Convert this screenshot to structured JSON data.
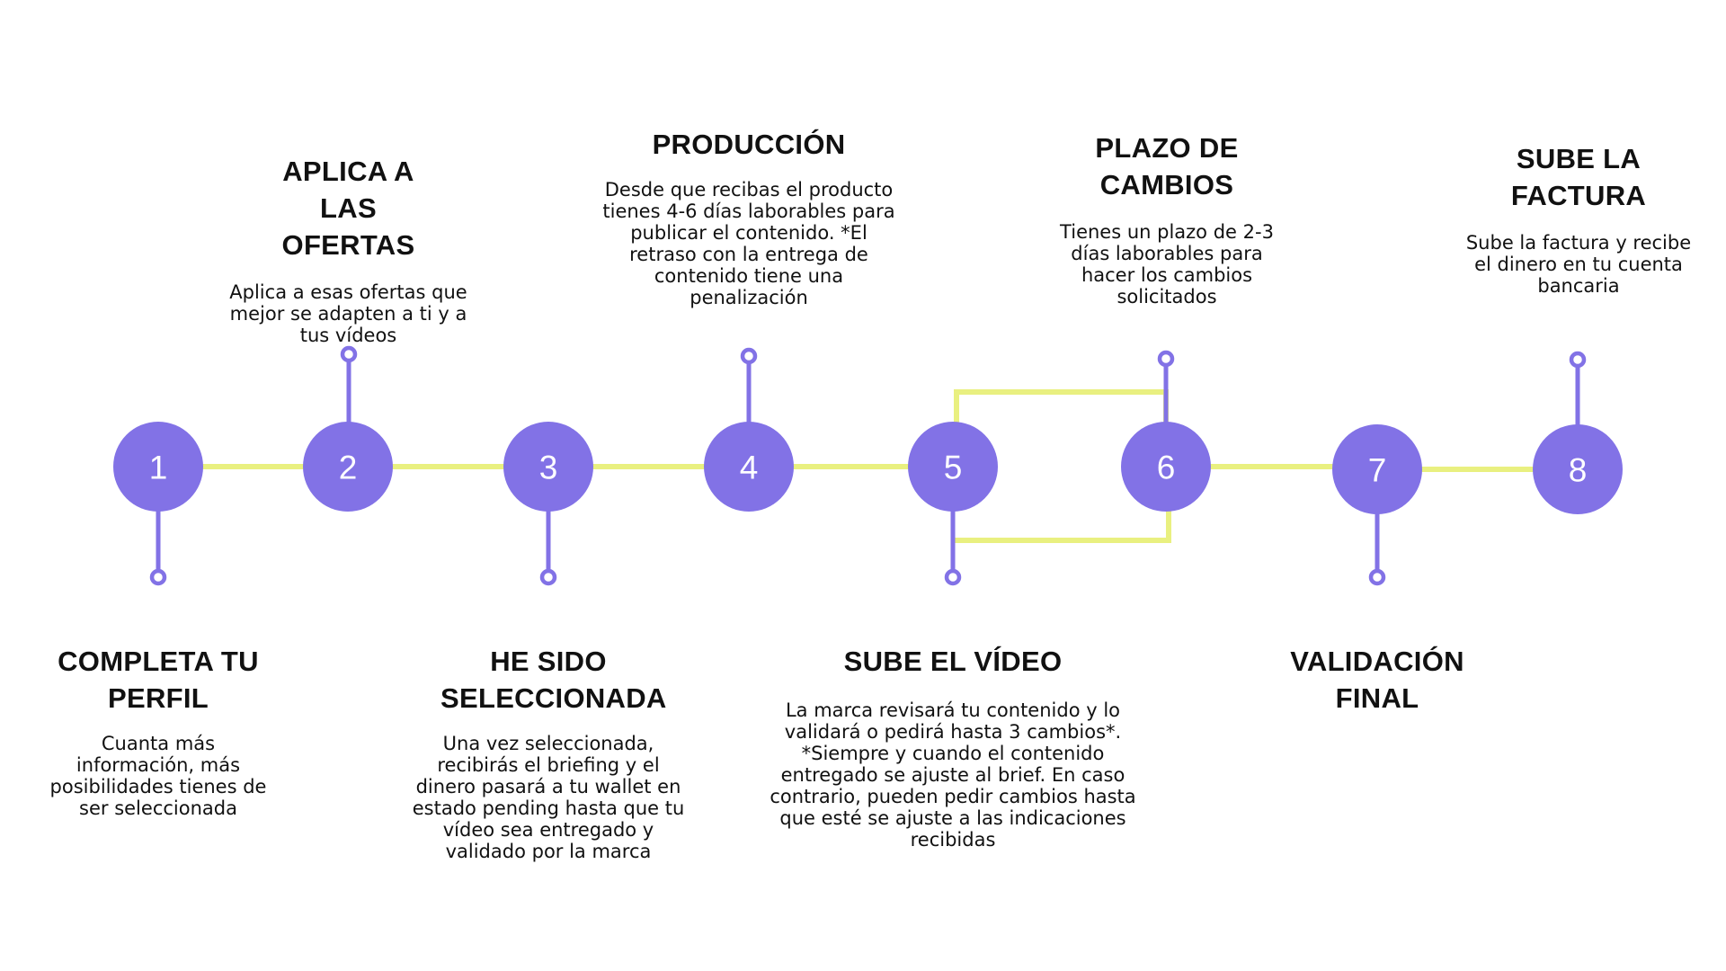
{
  "colors": {
    "circle": "#8272e6",
    "connector_line": "#e9f080",
    "pin": "#8272e6",
    "text": "#111111",
    "background": "#ffffff"
  },
  "steps": [
    {
      "number": "1",
      "title": "COMPLETA TU PERFIL",
      "description": "Cuanta más información, más posibilidades tienes de ser seleccionada"
    },
    {
      "number": "2",
      "title": "APLICA A LAS OFERTAS",
      "description": "Aplica a esas ofertas que mejor se adapten a ti y a tus vídeos"
    },
    {
      "number": "3",
      "title": "HE SIDO SELECCIONADA",
      "description": "Una vez seleccionada, recibirás el briefing y el dinero pasará a tu wallet en estado pending hasta que tu vídeo sea entregado y validado por la marca"
    },
    {
      "number": "4",
      "title": "PRODUCCIÓN",
      "description": "Desde que recibas el producto tienes 4-6 días laborables para publicar el contenido. *El retraso con la entrega de contenido tiene una penalización"
    },
    {
      "number": "5",
      "title": "SUBE EL VÍDEO",
      "description": "La marca revisará tu contenido y lo validará o pedirá hasta 3 cambios*. *Siempre y cuando el contenido entregado se ajuste al brief. En caso contrario, pueden pedir cambios hasta que esté se ajuste a las indicaciones recibidas"
    },
    {
      "number": "6",
      "title": "PLAZO DE CAMBIOS",
      "description": "Tienes un plazo de 2-3 días laborables para hacer los cambios solicitados"
    },
    {
      "number": "7",
      "title": "VALIDACIÓN FINAL",
      "description": ""
    },
    {
      "number": "8",
      "title": "SUBE LA FACTURA",
      "description": "Sube la factura y recibe el dinero en tu cuenta bancaria"
    }
  ]
}
